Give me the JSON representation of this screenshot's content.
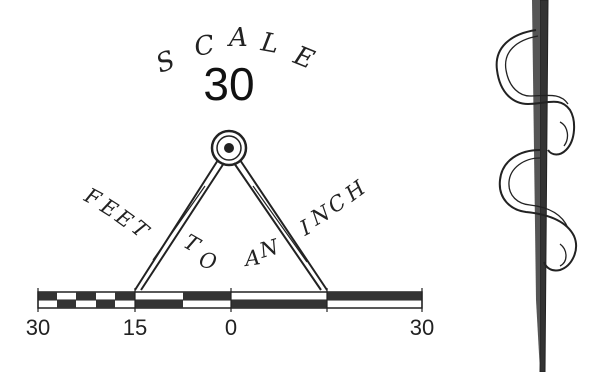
{
  "map_scale": {
    "heading_letters": [
      "S",
      "C",
      "A",
      "L",
      "E"
    ],
    "scale_value": "30",
    "arc_left_letters": [
      "F",
      "E",
      "E",
      "T"
    ],
    "arc_mid_words": [
      "T",
      "O",
      "A",
      "N"
    ],
    "arc_right_letters": [
      "I",
      "N",
      "C",
      "H"
    ],
    "bar_labels": {
      "left_end": "30",
      "mid_left": "15",
      "zero": "0",
      "right_end": "30"
    }
  },
  "colors": {
    "ink": "#222222",
    "bar_dark": "#333333",
    "bar_light": "#ffffff"
  },
  "icons": {
    "divider": "compass-divider-icon",
    "meridian": "ribbon-scroll-icon"
  }
}
